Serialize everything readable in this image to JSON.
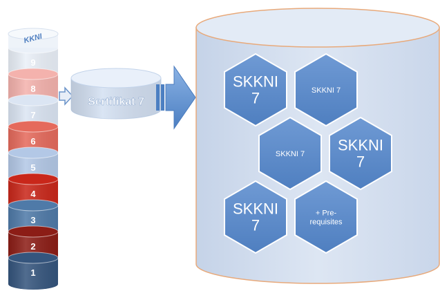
{
  "kkni_levels": [
    {
      "label": "1",
      "color": "#35557d"
    },
    {
      "label": "2",
      "color": "#8c1d16"
    },
    {
      "label": "3",
      "color": "#4f7aa8"
    },
    {
      "label": "4",
      "color": "#c9271a"
    },
    {
      "label": "5",
      "color": "#b3c8e6"
    },
    {
      "label": "6",
      "color": "#e56a5c"
    },
    {
      "label": "7",
      "color": "#dbe5f3"
    },
    {
      "label": "8",
      "color": "#f4b2ad"
    },
    {
      "label": "9",
      "color": "#eaf0f8"
    }
  ],
  "stack_top_label": "KKNI",
  "certificate": {
    "label": "Sertifikat 7",
    "color": "#cddcf0"
  },
  "repository": {
    "fill": "#d0dced",
    "stroke": "#e8a97a"
  },
  "hexagons": [
    {
      "lines": [
        "SKKNI",
        "7"
      ],
      "size": "large"
    },
    {
      "lines": [
        "SKKNI 7"
      ],
      "size": "small"
    },
    {
      "lines": [
        "SKKNI 7"
      ],
      "size": "small"
    },
    {
      "lines": [
        "SKKNI",
        "7"
      ],
      "size": "large"
    },
    {
      "lines": [
        "SKKNI",
        "7"
      ],
      "size": "large"
    },
    {
      "lines": [
        "+ Pre-",
        "requisites"
      ],
      "size": "small"
    }
  ],
  "colors": {
    "hexagon": "#5f8ecd",
    "arrow": "#6a9ad6",
    "arrow_dark": "#3f6fb0"
  }
}
